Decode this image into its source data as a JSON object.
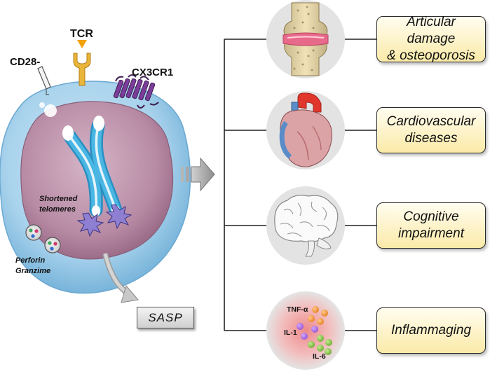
{
  "cell": {
    "receptors": {
      "tcr": "TCR",
      "cd28": "CD28-",
      "cx3cr1": "CX3CR1"
    },
    "telomeres_label": "Shortened\ntelomeres",
    "granules_label": "Perforin\nGranzime",
    "sasp_label": "SASP"
  },
  "outcomes": [
    {
      "label": "Articular damage\n& osteoporosis",
      "icon": "knee-joint-icon"
    },
    {
      "label": "Cardiovascular\ndiseases",
      "icon": "heart-icon"
    },
    {
      "label": "Cognitive\nimpairment",
      "icon": "brain-icon"
    },
    {
      "label": "Inflammaging",
      "icon": "cytokines-icon"
    }
  ],
  "cytokines": {
    "tnf": "TNF-α",
    "il1": "IL-1",
    "il6": "IL-6"
  },
  "colors": {
    "cell_outer": "#a8d2ec",
    "cell_inner": "#b78aa4",
    "chromosome": "#49b6e3",
    "box_fill": "#fbeaa8",
    "tnf_dot": "#e8862c",
    "il1_dot": "#9b5ad6",
    "il6_dot": "#74b03a"
  }
}
